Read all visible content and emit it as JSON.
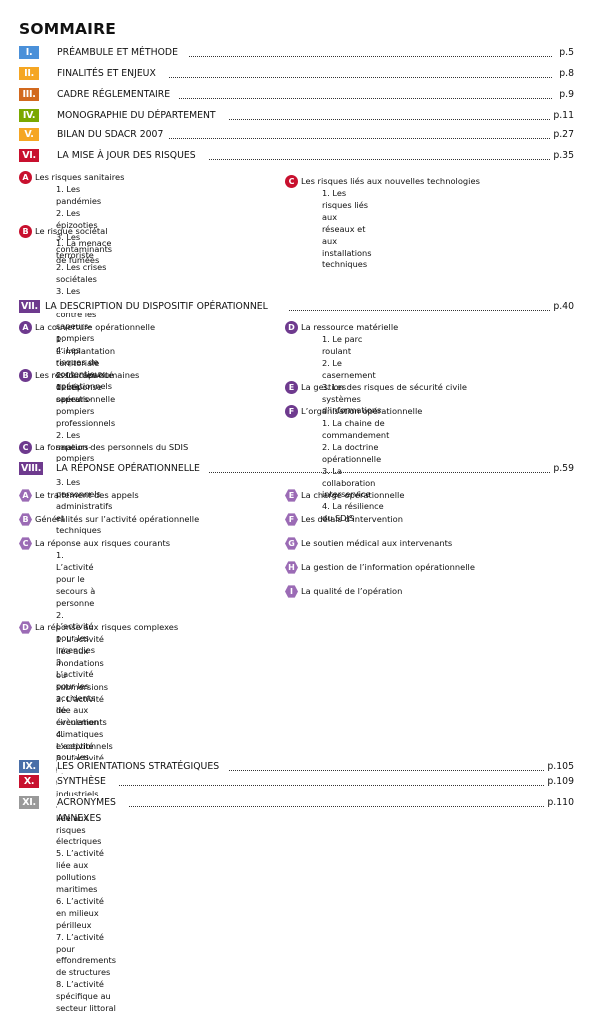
{
  "heading": "SOMMAIRE",
  "colors": {
    "orange": "#f5a623",
    "brown": "#d2691e",
    "olive": "#7aa800",
    "red": "#c8102e",
    "purple": "#6e3a8e",
    "blue": "#4a90d9",
    "grey": "#999999"
  },
  "chapters": [
    {
      "num": "I.",
      "title": "PRÉAMBULE ET MÉTHODE",
      "page": "p.5"
    },
    {
      "num": "II.",
      "title": "FINALITÉS ET ENJEUX",
      "page": "p.8"
    },
    {
      "num": "III.",
      "title": "CADRE RÉGLEMENTAIRE",
      "page": "p.9"
    },
    {
      "num": "IV.",
      "title": "MONOGRAPHIE DU DÉPARTEMENT",
      "page": "p.11"
    },
    {
      "num": "V.",
      "title": "BILAN DU SDACR 2007",
      "page": "p.27"
    },
    {
      "num": "VI.",
      "title": "LA MISE À JOUR DES RISQUES",
      "page": "p.35"
    },
    {
      "num": "VII.",
      "title": "LA DESCRIPTION DU DISPOSITIF OPÉRATIONNEL",
      "page": "p.40"
    },
    {
      "num": "VIII.",
      "title": "LA RÉPONSE OPÉRATIONNELLE",
      "page": "p.59"
    },
    {
      "num": "IX.",
      "title": "LES ORIENTATIONS STRATÉGIQUES",
      "page": "p.105"
    },
    {
      "num": "X.",
      "title": "SYNTHÈSE",
      "page": "p.109"
    },
    {
      "num": "XI.",
      "title": "ACRONYMES",
      "page": "p.110"
    }
  ],
  "annexes": "ANNEXES",
  "ch6": {
    "A": {
      "letter": "A",
      "title": "Les risques sanitaires",
      "items": [
        "1. Les pandémies",
        "2. Les épizooties",
        "3. Les contaminants de fumées"
      ]
    },
    "B": {
      "letter": "B",
      "title": "Le risque sociétal",
      "items": [
        "1. La menace terroriste",
        "2. Les crises sociétales",
        "3. Les agressions contre les",
        "sapeurs-pompiers",
        "4. Les risques de contentieux opérationnels"
      ]
    },
    "C": {
      "letter": "C",
      "title": "Les risques liés aux nouvelles technologies",
      "items": [
        "1. Les risques liés aux réseaux et aux",
        "installations techniques"
      ]
    }
  },
  "ch7": {
    "A": {
      "letter": "A",
      "title": "La couverture opérationnelle",
      "items": [
        "1. L’implantation territoriale",
        "2. La capacité de réponse opérationnelle"
      ]
    },
    "B": {
      "letter": "B",
      "title": "Les ressources humaines",
      "items": [
        "1. Les sapeurs-pompiers professionnels",
        "2. Les sapeurs-pompiers volontaires",
        "3. Les personnels administratifs et",
        "techniques"
      ]
    },
    "C": {
      "letter": "C",
      "title": "La formation des personnels du SDIS"
    },
    "D": {
      "letter": "D",
      "title": "La ressource matérielle",
      "items": [
        "1. Le parc roulant",
        "2. Le casernement",
        "3. Les systèmes d’informations"
      ]
    },
    "E": {
      "letter": "E",
      "title": "La gestion des risques de sécurité civile"
    },
    "F": {
      "letter": "F",
      "title": "L’organisation opérationnelle",
      "items": [
        "1. La chaine de commandement",
        "2. La doctrine opérationnelle",
        "3. La collaboration interservice",
        "4. La résilience du SDIS"
      ]
    }
  },
  "ch8": {
    "A": {
      "letter": "A",
      "title": "Le traitement des appels"
    },
    "B": {
      "letter": "B",
      "title": "Généralités sur l’activité opérationnelle"
    },
    "C": {
      "letter": "C",
      "title": "La réponse aux risques courants",
      "items": [
        "1. L’activité pour le secours à personne",
        "2. L’activité pour les incendies",
        "3. L’activité pour les accidents de",
        "circulation",
        "4. L’activité pour les opérations diverses"
      ]
    },
    "D": {
      "letter": "D",
      "title": "La réponse aux risques complexes",
      "items": [
        "1. L’activité liée aux inondations ou",
        "submersions",
        "2. L’activité liée aux évènements climatiques",
        "exceptionnels",
        "3. L’activité liée aux risques industriels",
        "4. L’activité liée aux risques électriques",
        "5. L’activité liée aux pollutions maritimes",
        "6. L’activité en milieux périlleux",
        "7. L’activité pour effondrements de structures",
        "8. L’activité spécifique au secteur littoral"
      ]
    },
    "E": {
      "letter": "E",
      "title": "La charge opérationnelle"
    },
    "F": {
      "letter": "F",
      "title": "Les délais d’intervention"
    },
    "G": {
      "letter": "G",
      "title": "Le soutien médical aux intervenants"
    },
    "H": {
      "letter": "H",
      "title": "La gestion de l’information opérationnelle"
    },
    "I": {
      "letter": "I",
      "title": "La qualité de l’opération"
    }
  }
}
